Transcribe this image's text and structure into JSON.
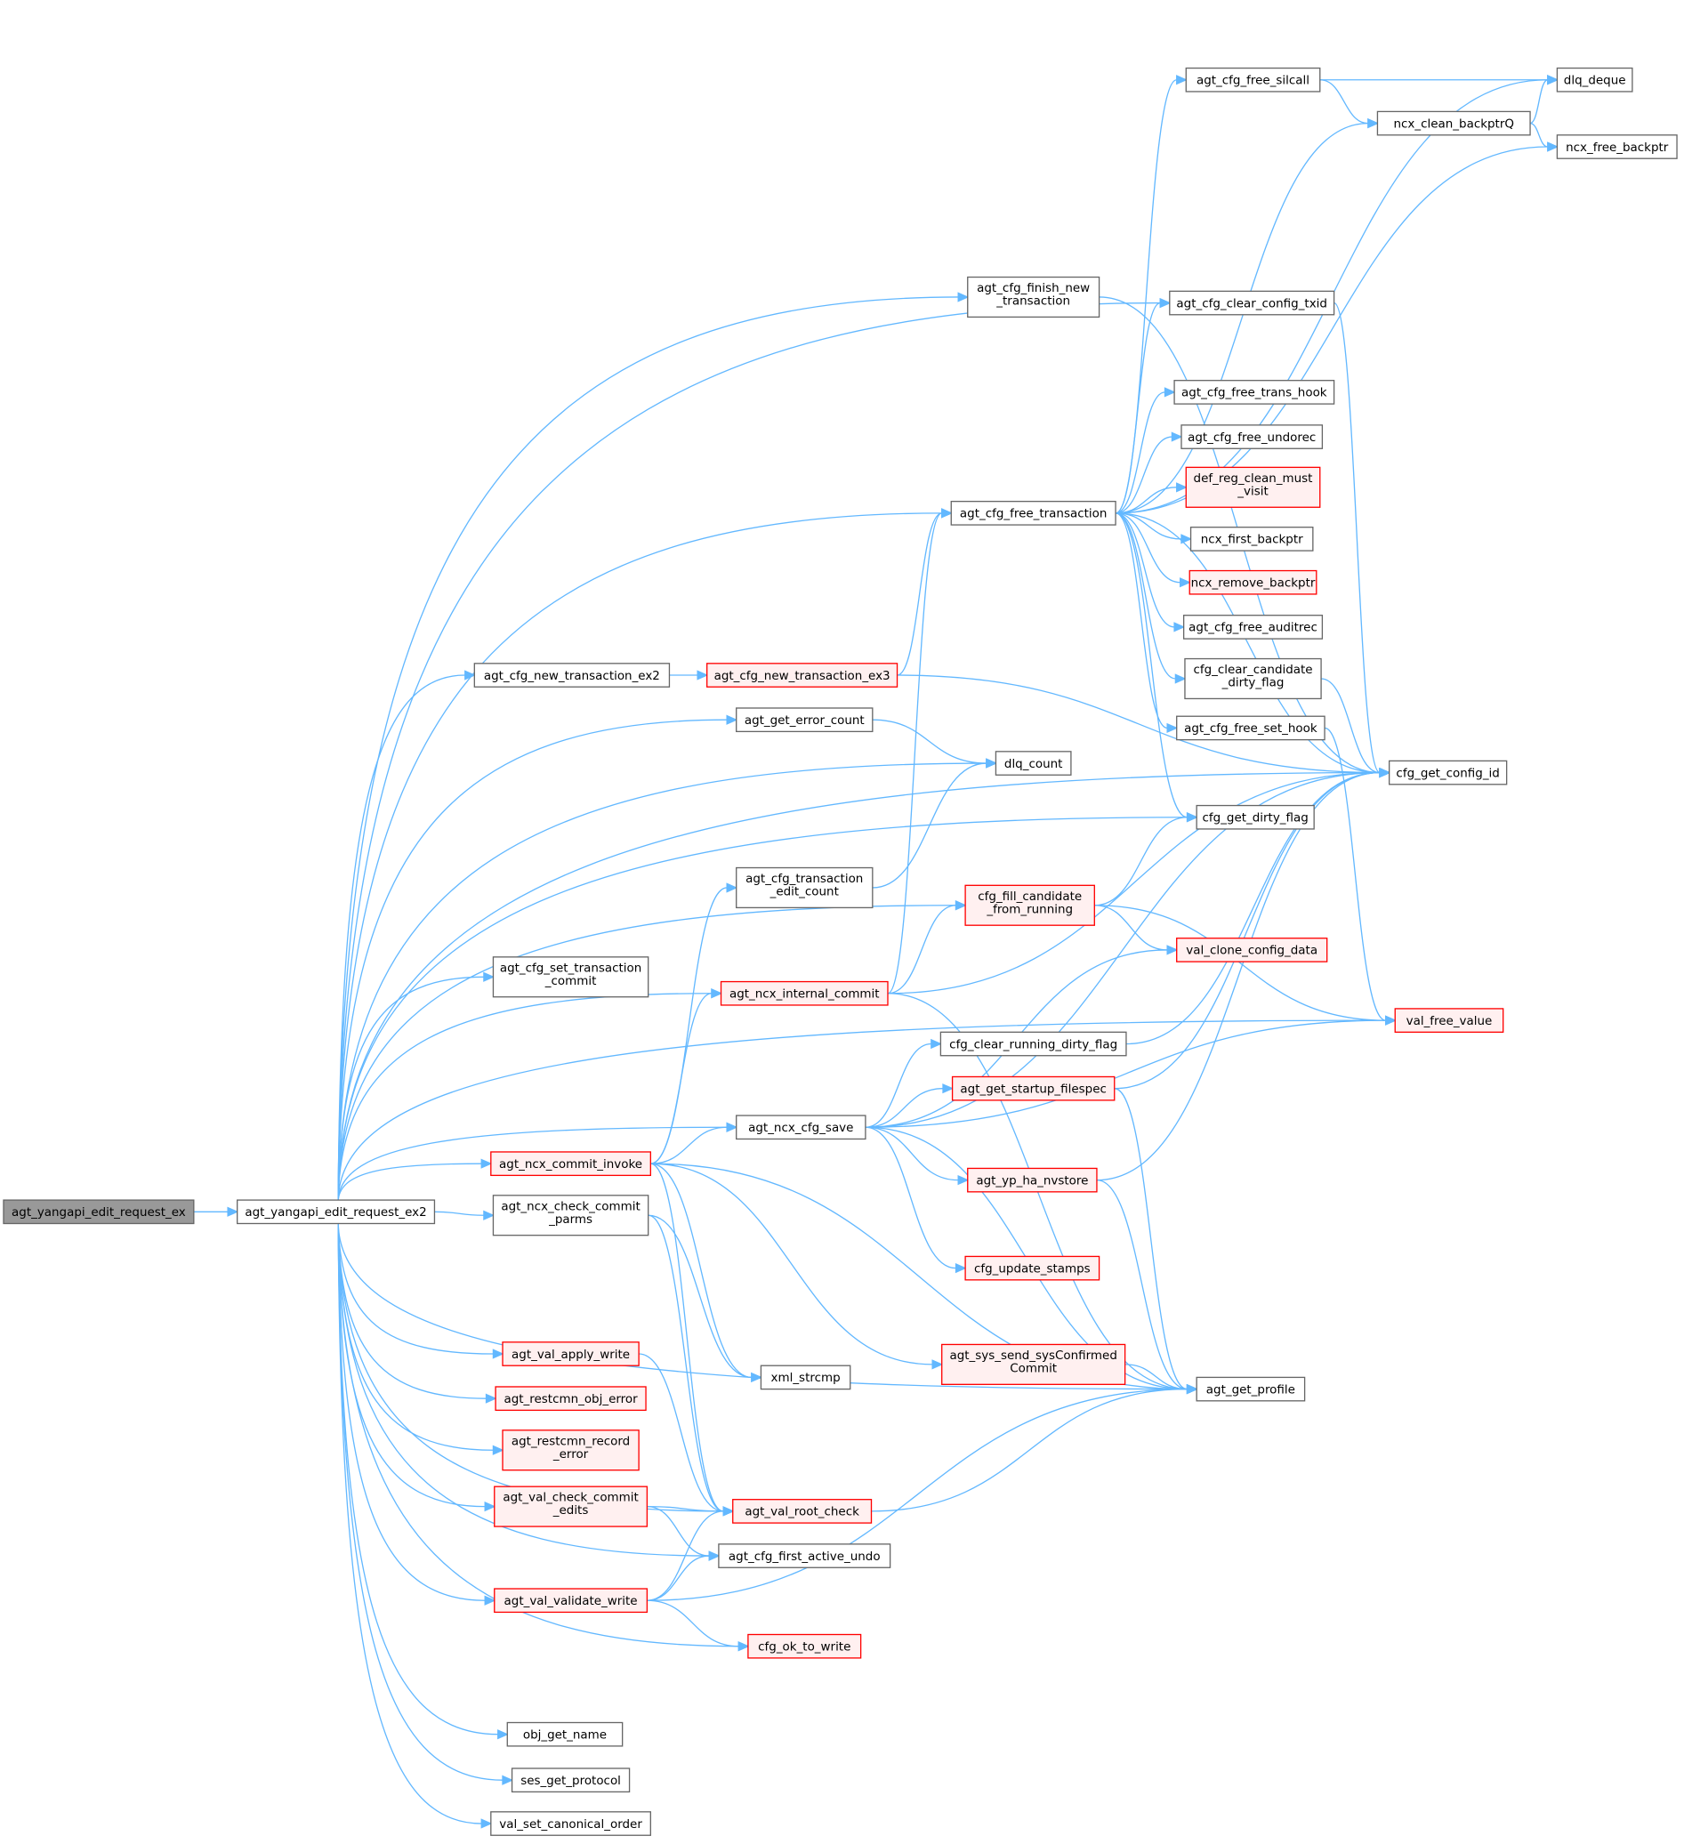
{
  "title": "agt_yangapi_edit_request_ex call graph",
  "colors": {
    "edge": "#63b8ff",
    "highlight_fill": "#999999",
    "red_border": "#ff0000",
    "red_fill": "#fff0f0"
  },
  "nodes": [
    {
      "id": "ex",
      "lines": [
        "agt_yangapi_edit_request_ex"
      ],
      "style": "root"
    },
    {
      "id": "ex2",
      "lines": [
        "agt_yangapi_edit_request_ex2"
      ],
      "style": "normal"
    },
    {
      "id": "finish",
      "lines": [
        "agt_cfg_finish_new",
        "_transaction"
      ],
      "style": "normal"
    },
    {
      "id": "freetx",
      "lines": [
        "agt_cfg_free_transaction"
      ],
      "style": "normal"
    },
    {
      "id": "newex2",
      "lines": [
        "agt_cfg_new_transaction_ex2"
      ],
      "style": "normal"
    },
    {
      "id": "newex3",
      "lines": [
        "agt_cfg_new_transaction_ex3"
      ],
      "style": "red"
    },
    {
      "id": "errcount",
      "lines": [
        "agt_get_error_count"
      ],
      "style": "normal"
    },
    {
      "id": "dlqcount",
      "lines": [
        "dlq_count"
      ],
      "style": "normal"
    },
    {
      "id": "editcount",
      "lines": [
        "agt_cfg_transaction",
        "_edit_count"
      ],
      "style": "normal"
    },
    {
      "id": "settxc",
      "lines": [
        "agt_cfg_set_transaction",
        "_commit"
      ],
      "style": "normal"
    },
    {
      "id": "intcommit",
      "lines": [
        "agt_ncx_internal_commit"
      ],
      "style": "red"
    },
    {
      "id": "cfgsave",
      "lines": [
        "agt_ncx_cfg_save"
      ],
      "style": "normal"
    },
    {
      "id": "cinvoke",
      "lines": [
        "agt_ncx_commit_invoke"
      ],
      "style": "red"
    },
    {
      "id": "ccparms",
      "lines": [
        "agt_ncx_check_commit",
        "_parms"
      ],
      "style": "normal"
    },
    {
      "id": "applyw",
      "lines": [
        "agt_val_apply_write"
      ],
      "style": "red"
    },
    {
      "id": "objerr",
      "lines": [
        "agt_restcmn_obj_error"
      ],
      "style": "red"
    },
    {
      "id": "recerr",
      "lines": [
        "agt_restcmn_record",
        "_error"
      ],
      "style": "red"
    },
    {
      "id": "cce",
      "lines": [
        "agt_val_check_commit",
        "_edits"
      ],
      "style": "red"
    },
    {
      "id": "validw",
      "lines": [
        "agt_val_validate_write"
      ],
      "style": "red"
    },
    {
      "id": "objname",
      "lines": [
        "obj_get_name"
      ],
      "style": "normal"
    },
    {
      "id": "sesproto",
      "lines": [
        "ses_get_protocol"
      ],
      "style": "normal"
    },
    {
      "id": "canon",
      "lines": [
        "val_set_canonical_order"
      ],
      "style": "normal"
    },
    {
      "id": "firstundo",
      "lines": [
        "agt_cfg_first_active_undo"
      ],
      "style": "normal"
    },
    {
      "id": "rootcheck",
      "lines": [
        "agt_val_root_check"
      ],
      "style": "red"
    },
    {
      "id": "okwrite",
      "lines": [
        "cfg_ok_to_write"
      ],
      "style": "red"
    },
    {
      "id": "xmlcmp",
      "lines": [
        "xml_strcmp"
      ],
      "style": "normal"
    },
    {
      "id": "sysconf",
      "lines": [
        "agt_sys_send_sysConfirmed",
        "Commit"
      ],
      "style": "red"
    },
    {
      "id": "profile",
      "lines": [
        "agt_get_profile"
      ],
      "style": "normal"
    },
    {
      "id": "stamps",
      "lines": [
        "cfg_update_stamps"
      ],
      "style": "red"
    },
    {
      "id": "nvstore",
      "lines": [
        "agt_yp_ha_nvstore"
      ],
      "style": "red"
    },
    {
      "id": "startup",
      "lines": [
        "agt_get_startup_filespec"
      ],
      "style": "red"
    },
    {
      "id": "clrrun",
      "lines": [
        "cfg_clear_running_dirty_flag"
      ],
      "style": "normal"
    },
    {
      "id": "clone",
      "lines": [
        "val_clone_config_data"
      ],
      "style": "red"
    },
    {
      "id": "fillcand",
      "lines": [
        "cfg_fill_candidate",
        "_from_running"
      ],
      "style": "red"
    },
    {
      "id": "dirty",
      "lines": [
        "cfg_get_dirty_flag"
      ],
      "style": "normal"
    },
    {
      "id": "configid",
      "lines": [
        "cfg_get_config_id"
      ],
      "style": "normal"
    },
    {
      "id": "freeval",
      "lines": [
        "val_free_value"
      ],
      "style": "red"
    },
    {
      "id": "sethook",
      "lines": [
        "agt_cfg_free_set_hook"
      ],
      "style": "normal"
    },
    {
      "id": "clrcand",
      "lines": [
        "cfg_clear_candidate",
        "_dirty_flag"
      ],
      "style": "normal"
    },
    {
      "id": "audit",
      "lines": [
        "agt_cfg_free_auditrec"
      ],
      "style": "normal"
    },
    {
      "id": "rmbp",
      "lines": [
        "ncx_remove_backptr"
      ],
      "style": "red"
    },
    {
      "id": "firstbp",
      "lines": [
        "ncx_first_backptr"
      ],
      "style": "normal"
    },
    {
      "id": "defreg",
      "lines": [
        "def_reg_clean_must",
        "_visit"
      ],
      "style": "red"
    },
    {
      "id": "undorec",
      "lines": [
        "agt_cfg_free_undorec"
      ],
      "style": "normal"
    },
    {
      "id": "transhook",
      "lines": [
        "agt_cfg_free_trans_hook"
      ],
      "style": "normal"
    },
    {
      "id": "clrtxid",
      "lines": [
        "agt_cfg_clear_config_txid"
      ],
      "style": "normal"
    },
    {
      "id": "silcall",
      "lines": [
        "agt_cfg_free_silcall"
      ],
      "style": "normal"
    },
    {
      "id": "cleanbpq",
      "lines": [
        "ncx_clean_backptrQ"
      ],
      "style": "normal"
    },
    {
      "id": "deque",
      "lines": [
        "dlq_deque"
      ],
      "style": "normal"
    },
    {
      "id": "freebp",
      "lines": [
        "ncx_free_backptr"
      ],
      "style": "normal"
    }
  ],
  "edges": [
    [
      "ex",
      "ex2"
    ],
    [
      "ex2",
      "configid"
    ],
    [
      "ex2",
      "finish"
    ],
    [
      "ex2",
      "clrtxid"
    ],
    [
      "ex2",
      "freetx"
    ],
    [
      "ex2",
      "newex2"
    ],
    [
      "ex2",
      "errcount"
    ],
    [
      "ex2",
      "dlqcount"
    ],
    [
      "ex2",
      "dirty"
    ],
    [
      "ex2",
      "settxc"
    ],
    [
      "ex2",
      "intcommit"
    ],
    [
      "ex2",
      "fillcand"
    ],
    [
      "ex2",
      "cfgsave"
    ],
    [
      "ex2",
      "cinvoke"
    ],
    [
      "ex2",
      "ccparms"
    ],
    [
      "ex2",
      "applyw"
    ],
    [
      "ex2",
      "objerr"
    ],
    [
      "ex2",
      "recerr"
    ],
    [
      "ex2",
      "cce"
    ],
    [
      "ex2",
      "validw"
    ],
    [
      "ex2",
      "objname"
    ],
    [
      "ex2",
      "sesproto"
    ],
    [
      "ex2",
      "canon"
    ],
    [
      "ex2",
      "firstundo"
    ],
    [
      "ex2",
      "okwrite"
    ],
    [
      "ex2",
      "freeval"
    ],
    [
      "ex2",
      "profile"
    ],
    [
      "ex2",
      "rootcheck"
    ],
    [
      "newex2",
      "newex3"
    ],
    [
      "newex3",
      "freetx"
    ],
    [
      "newex3",
      "configid"
    ],
    [
      "finish",
      "configid"
    ],
    [
      "freetx",
      "deque"
    ],
    [
      "freetx",
      "silcall"
    ],
    [
      "freetx",
      "cleanbpq"
    ],
    [
      "freetx",
      "freebp"
    ],
    [
      "freetx",
      "clrtxid"
    ],
    [
      "freetx",
      "configid"
    ],
    [
      "freetx",
      "transhook"
    ],
    [
      "freetx",
      "undorec"
    ],
    [
      "freetx",
      "defreg"
    ],
    [
      "freetx",
      "firstbp"
    ],
    [
      "freetx",
      "rmbp"
    ],
    [
      "freetx",
      "audit"
    ],
    [
      "freetx",
      "clrcand"
    ],
    [
      "freetx",
      "sethook"
    ],
    [
      "freetx",
      "dirty"
    ],
    [
      "silcall",
      "deque"
    ],
    [
      "silcall",
      "cleanbpq"
    ],
    [
      "cleanbpq",
      "deque"
    ],
    [
      "cleanbpq",
      "freebp"
    ],
    [
      "clrtxid",
      "configid"
    ],
    [
      "clrcand",
      "configid"
    ],
    [
      "sethook",
      "freeval"
    ],
    [
      "errcount",
      "dlqcount"
    ],
    [
      "editcount",
      "dlqcount"
    ],
    [
      "intcommit",
      "freetx"
    ],
    [
      "intcommit",
      "configid"
    ],
    [
      "intcommit",
      "fillcand"
    ],
    [
      "intcommit",
      "profile"
    ],
    [
      "fillcand",
      "dirty"
    ],
    [
      "fillcand",
      "clone"
    ],
    [
      "fillcand",
      "freeval"
    ],
    [
      "cinvoke",
      "editcount"
    ],
    [
      "cinvoke",
      "intcommit"
    ],
    [
      "cinvoke",
      "cfgsave"
    ],
    [
      "cinvoke",
      "sysconf"
    ],
    [
      "cinvoke",
      "profile"
    ],
    [
      "cinvoke",
      "xmlcmp"
    ],
    [
      "cinvoke",
      "rootcheck"
    ],
    [
      "ccparms",
      "xmlcmp"
    ],
    [
      "ccparms",
      "rootcheck"
    ],
    [
      "cfgsave",
      "clone"
    ],
    [
      "cfgsave",
      "configid"
    ],
    [
      "cfgsave",
      "clrrun"
    ],
    [
      "cfgsave",
      "startup"
    ],
    [
      "cfgsave",
      "freeval"
    ],
    [
      "cfgsave",
      "nvstore"
    ],
    [
      "cfgsave",
      "stamps"
    ],
    [
      "cfgsave",
      "profile"
    ],
    [
      "clrrun",
      "configid"
    ],
    [
      "startup",
      "configid"
    ],
    [
      "startup",
      "profile"
    ],
    [
      "nvstore",
      "configid"
    ],
    [
      "nvstore",
      "profile"
    ],
    [
      "sysconf",
      "profile"
    ],
    [
      "applyw",
      "rootcheck"
    ],
    [
      "cce",
      "rootcheck"
    ],
    [
      "cce",
      "firstundo"
    ],
    [
      "validw",
      "rootcheck"
    ],
    [
      "validw",
      "firstundo"
    ],
    [
      "validw",
      "okwrite"
    ],
    [
      "validw",
      "profile"
    ],
    [
      "rootcheck",
      "profile"
    ]
  ]
}
